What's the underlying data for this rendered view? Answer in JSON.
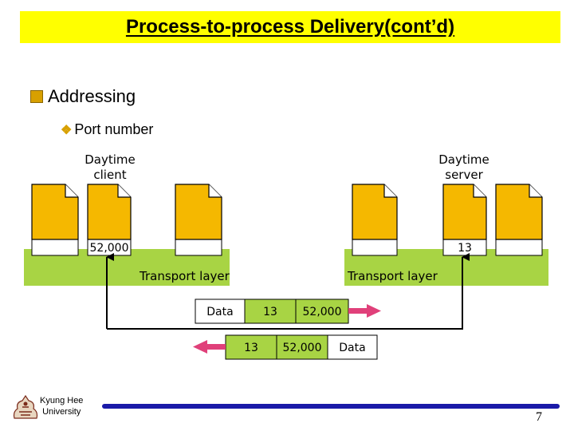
{
  "title": "Process-to-process Delivery(cont’d)",
  "bullet_level1": "Addressing",
  "bullet_level2": "Port number",
  "diagram": {
    "client_label_line1": "Daytime",
    "client_label_line2": "client",
    "server_label_line1": "Daytime",
    "server_label_line2": "server",
    "client_port": "52,000",
    "server_port": "13",
    "left_layer": "Transport layer",
    "right_layer": "Transport layer",
    "request_packet": [
      "Data",
      "13",
      "52,000"
    ],
    "response_packet": [
      "13",
      "52,000",
      "Data"
    ]
  },
  "footer": {
    "university_line1": "Kyung Hee",
    "university_line2": "University",
    "page_number": "7"
  },
  "colors": {
    "title_bg": "#ffff00",
    "doc_fill": "#f5b800",
    "layer_fill": "#a8d444",
    "arrow_pink": "#e0407a",
    "footer_line": "#1a1aa8"
  }
}
